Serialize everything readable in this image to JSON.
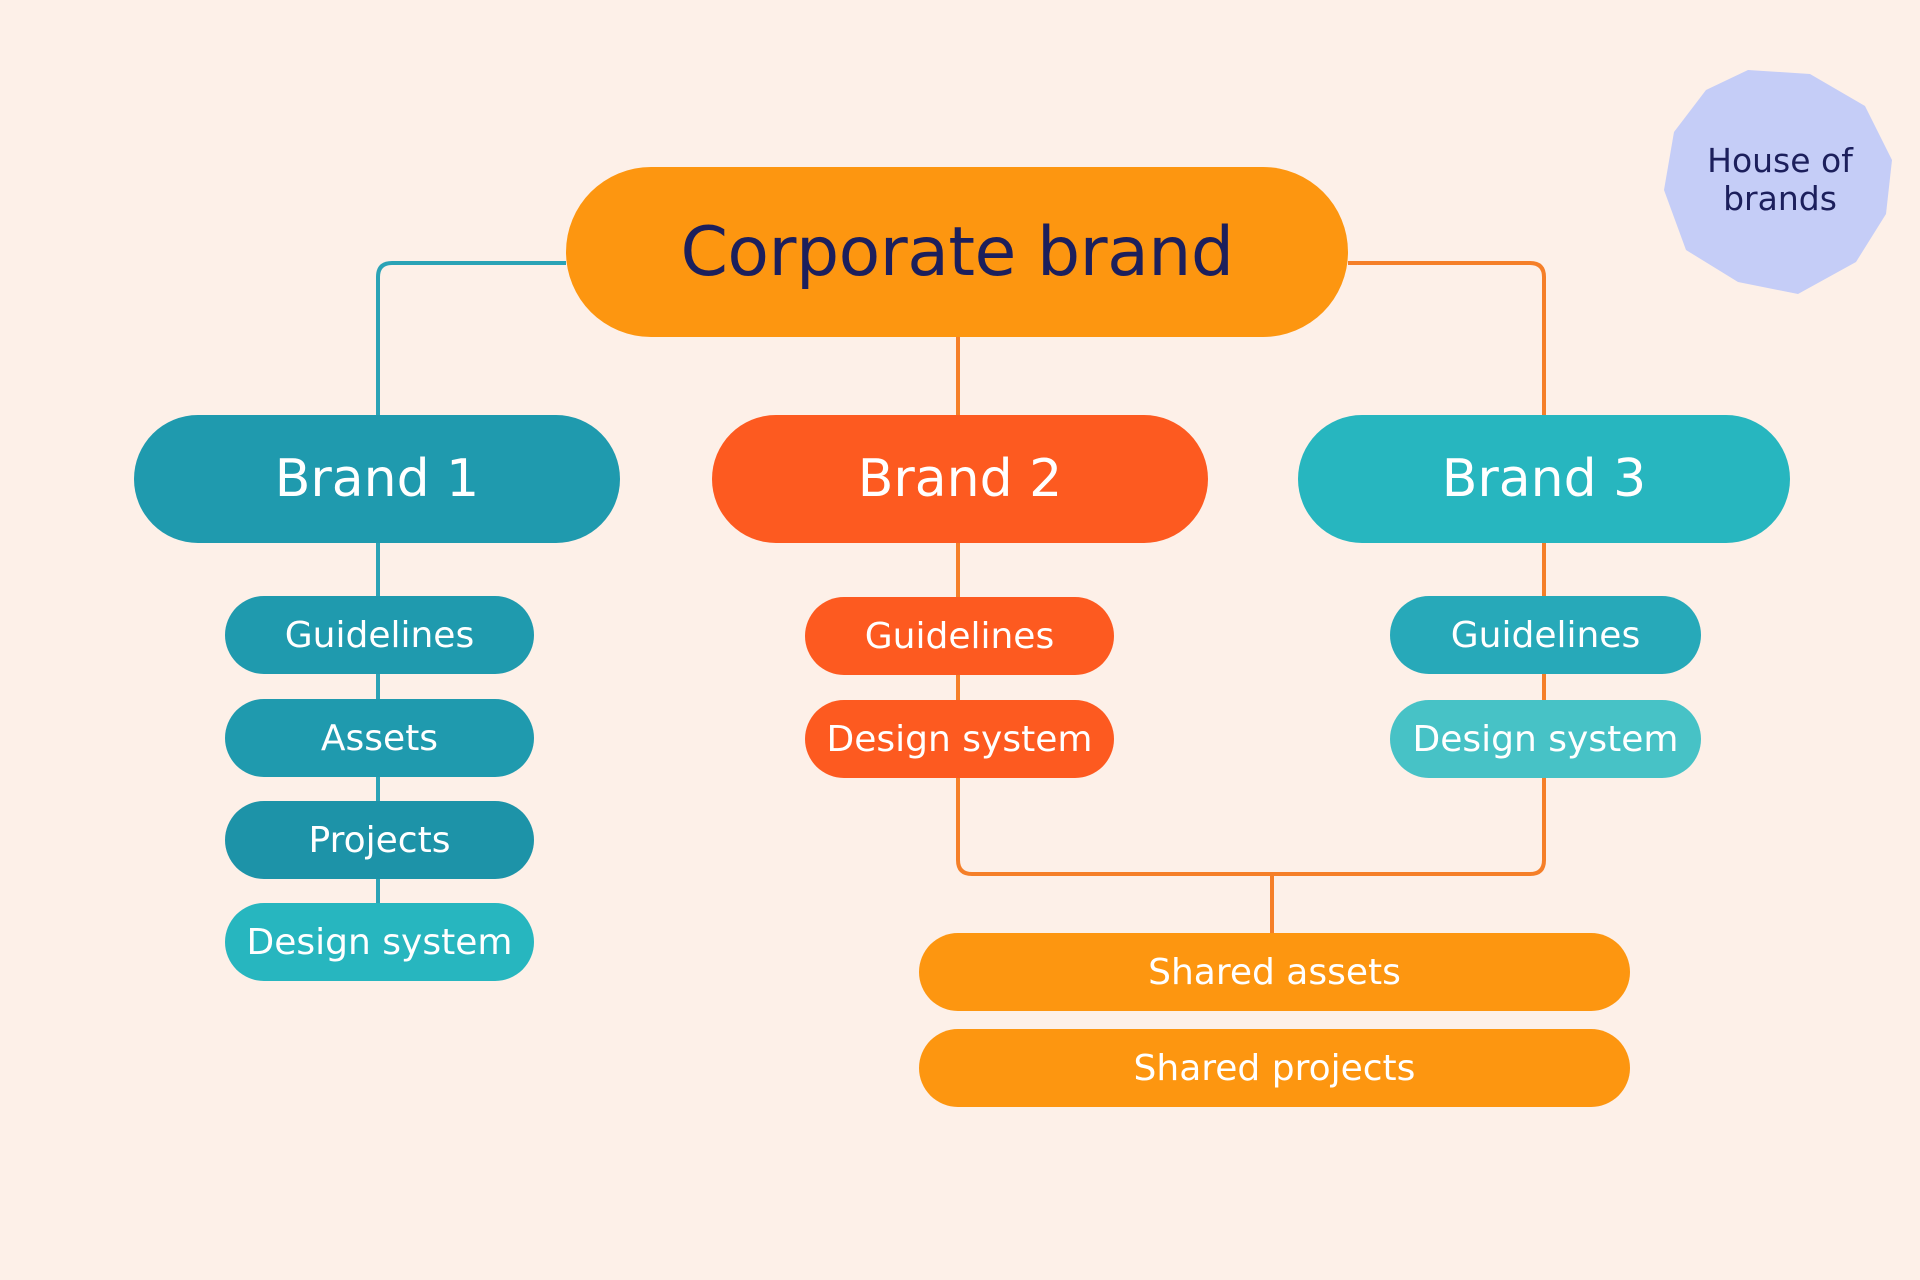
{
  "colors": {
    "background": "#fdf0e8",
    "orange": "#fd9610",
    "red_orange": "#fd5a20",
    "teal_dark": "#1f9aae",
    "teal": "#27b6bf",
    "teal_light": "#47c2c6",
    "badge": "#c5cdf7",
    "navy_text": "#1c1f5c",
    "white_text": "#ffffff",
    "line_teal": "#2ba3b6",
    "line_orange": "#f57f28"
  },
  "badge": {
    "line1": "House of",
    "line2": "brands"
  },
  "root": {
    "label": "Corporate brand"
  },
  "brands": [
    {
      "label": "Brand 1",
      "items": [
        "Guidelines",
        "Assets",
        "Projects",
        "Design system"
      ]
    },
    {
      "label": "Brand 2",
      "items": [
        "Guidelines",
        "Design system"
      ]
    },
    {
      "label": "Brand 3",
      "items": [
        "Guidelines",
        "Design system"
      ]
    }
  ],
  "shared": {
    "items": [
      "Shared assets",
      "Shared projects"
    ]
  }
}
